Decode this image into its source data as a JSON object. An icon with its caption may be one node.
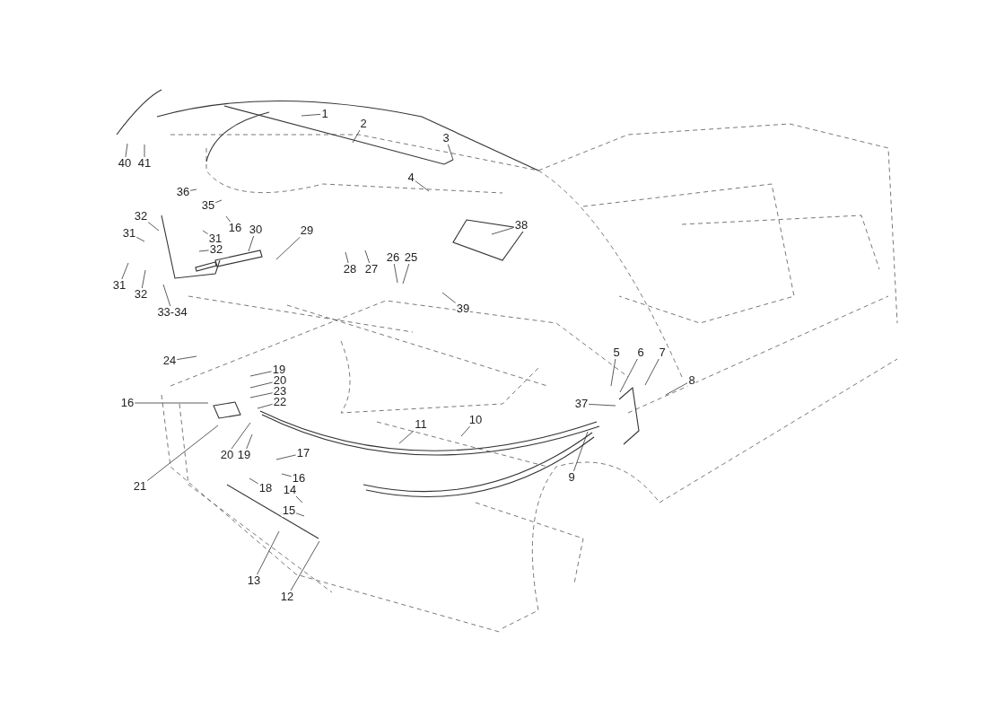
{
  "diagram": {
    "nodes": [
      {
        "text": [
          "1"
        ]
      },
      {
        "text": [
          "2"
        ]
      },
      {
        "text": [
          "3"
        ]
      },
      {
        "text": [
          "40"
        ]
      },
      {
        "text": [
          "41"
        ]
      },
      {
        "text": [
          "4"
        ]
      },
      {
        "text": [
          "36"
        ]
      },
      {
        "text": [
          "35"
        ]
      },
      {
        "text": [
          "38"
        ]
      },
      {
        "text": [
          "32"
        ]
      },
      {
        "text": [
          "16"
        ]
      },
      {
        "text": [
          "30"
        ]
      },
      {
        "text": [
          "29"
        ]
      },
      {
        "text": [
          "31"
        ]
      },
      {
        "text": [
          "31"
        ]
      },
      {
        "text": [
          "32"
        ]
      },
      {
        "text": [
          "28"
        ]
      },
      {
        "text": [
          "27"
        ]
      },
      {
        "text": [
          "26"
        ]
      },
      {
        "text": [
          "25"
        ]
      },
      {
        "text": [
          "31"
        ]
      },
      {
        "text": [
          "32"
        ]
      },
      {
        "text": [
          "39"
        ]
      },
      {
        "text": [
          "33-34"
        ]
      },
      {
        "text": [
          "5"
        ]
      },
      {
        "text": [
          "6"
        ]
      },
      {
        "text": [
          "7"
        ]
      },
      {
        "text": [
          "24"
        ]
      },
      {
        "text": [
          "19"
        ]
      },
      {
        "text": [
          "8"
        ]
      },
      {
        "text": [
          "20"
        ]
      },
      {
        "text": [
          "23"
        ]
      },
      {
        "text": [
          "37"
        ]
      },
      {
        "text": [
          "16"
        ]
      },
      {
        "text": [
          "22"
        ]
      },
      {
        "text": [
          "11"
        ]
      },
      {
        "text": [
          "10"
        ]
      },
      {
        "text": [
          "20"
        ]
      },
      {
        "text": [
          "19"
        ]
      },
      {
        "text": [
          "17"
        ]
      },
      {
        "text": [
          "9"
        ]
      },
      {
        "text": [
          "16"
        ]
      },
      {
        "text": [
          "21"
        ]
      },
      {
        "text": [
          "18"
        ]
      },
      {
        "text": [
          "14"
        ]
      },
      {
        "text": [
          "15"
        ]
      },
      {
        "text": [
          "13"
        ]
      },
      {
        "text": [
          "12"
        ]
      }
    ],
    "edges": [
      {
        "from": 0,
        "to": null,
        "arrow": "none"
      },
      {
        "from": 1,
        "to": null,
        "arrow": "none"
      },
      {
        "from": 2,
        "to": null,
        "arrow": "none"
      },
      {
        "from": 3,
        "to": null,
        "arrow": "none"
      },
      {
        "from": 4,
        "to": null,
        "arrow": "none"
      },
      {
        "from": 5,
        "to": null,
        "arrow": "none"
      },
      {
        "from": 6,
        "to": null,
        "arrow": "none"
      },
      {
        "from": 7,
        "to": null,
        "arrow": "none"
      },
      {
        "from": 8,
        "to": null,
        "arrow": "none"
      },
      {
        "from": 9,
        "to": null,
        "arrow": "none"
      },
      {
        "from": 10,
        "to": null,
        "arrow": "none"
      },
      {
        "from": 11,
        "to": null,
        "arrow": "none"
      },
      {
        "from": 12,
        "to": null,
        "arrow": "none"
      },
      {
        "from": 13,
        "to": null,
        "arrow": "none"
      },
      {
        "from": 14,
        "to": null,
        "arrow": "none"
      },
      {
        "from": 15,
        "to": null,
        "arrow": "none"
      },
      {
        "from": 16,
        "to": null,
        "arrow": "none"
      },
      {
        "from": 17,
        "to": null,
        "arrow": "none"
      },
      {
        "from": 18,
        "to": null,
        "arrow": "none"
      },
      {
        "from": 19,
        "to": null,
        "arrow": "none"
      },
      {
        "from": 20,
        "to": null,
        "arrow": "none"
      },
      {
        "from": 21,
        "to": null,
        "arrow": "none"
      },
      {
        "from": 22,
        "to": null,
        "arrow": "none"
      },
      {
        "from": 23,
        "to": null,
        "arrow": "none"
      },
      {
        "from": 24,
        "to": null,
        "arrow": "none"
      },
      {
        "from": 25,
        "to": null,
        "arrow": "none"
      },
      {
        "from": 26,
        "to": null,
        "arrow": "none"
      },
      {
        "from": 27,
        "to": null,
        "arrow": "none"
      },
      {
        "from": 28,
        "to": null,
        "arrow": "none"
      },
      {
        "from": 29,
        "to": null,
        "arrow": "none"
      },
      {
        "from": 30,
        "to": null,
        "arrow": "none"
      },
      {
        "from": 31,
        "to": null,
        "arrow": "none"
      },
      {
        "from": 32,
        "to": null,
        "arrow": "none"
      },
      {
        "from": 33,
        "to": null,
        "arrow": "none"
      },
      {
        "from": 34,
        "to": null,
        "arrow": "none"
      },
      {
        "from": 35,
        "to": null,
        "arrow": "none"
      },
      {
        "from": 36,
        "to": null,
        "arrow": "none"
      },
      {
        "from": 37,
        "to": null,
        "arrow": "none"
      },
      {
        "from": 38,
        "to": null,
        "arrow": "none"
      },
      {
        "from": 39,
        "to": null,
        "arrow": "none"
      },
      {
        "from": 40,
        "to": null,
        "arrow": "none"
      },
      {
        "from": 41,
        "to": null,
        "arrow": "none"
      },
      {
        "from": 42,
        "to": null,
        "arrow": "none"
      },
      {
        "from": 43,
        "to": null,
        "arrow": "none"
      },
      {
        "from": 44,
        "to": null,
        "arrow": "none"
      },
      {
        "from": 45,
        "to": null,
        "arrow": "none"
      },
      {
        "from": 46,
        "to": null,
        "arrow": "none"
      },
      {
        "from": 47,
        "to": null,
        "arrow": "none"
      }
    ]
  }
}
